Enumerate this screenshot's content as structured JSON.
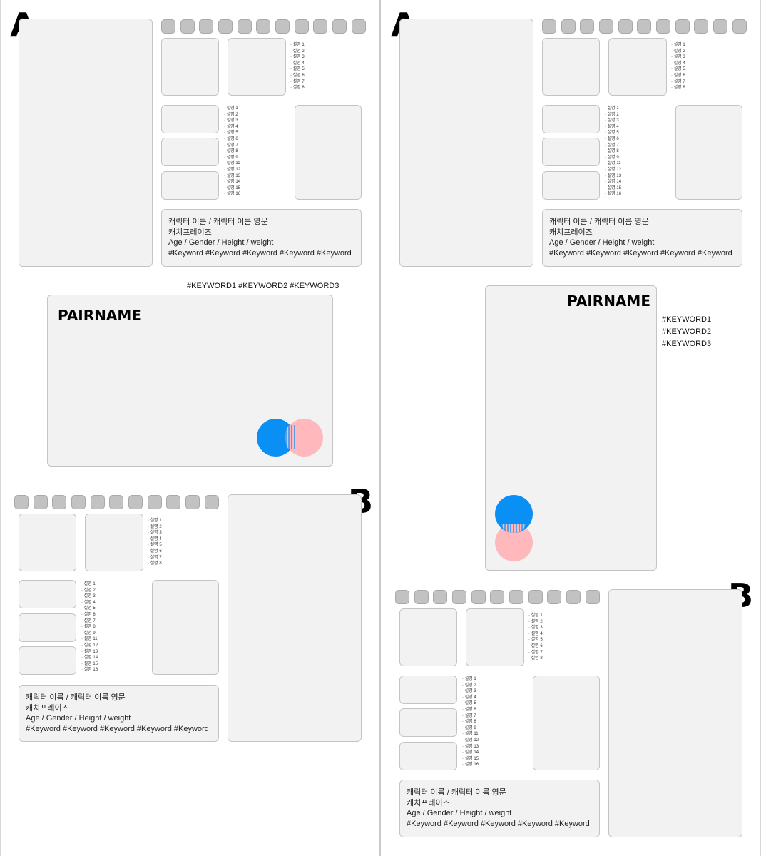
{
  "labels": {
    "a": "A",
    "b": "B"
  },
  "pair": {
    "name": "PAIRNAME",
    "keywords_inline": "#KEYWORD1 #KEYWORD2 #KEYWORD3",
    "keywords": [
      "#KEYWORD1",
      "#KEYWORD2",
      "#KEYWORD3"
    ]
  },
  "desc_short": [
    "· 설명 1",
    "· 설명 2",
    "· 설명 3",
    "· 설명 4",
    "· 설명 5",
    "· 설명 6",
    "· 설명 7",
    "· 설명 8"
  ],
  "desc_long": [
    "· 설명 1",
    "· 설명 2",
    "· 설명 3",
    "· 설명 4",
    "· 설명 5",
    "· 설명 6",
    "· 설명 7",
    "· 설명 8",
    "· 설명 9",
    "· 설명 11",
    "· 설명 12",
    "· 설명 13",
    "· 설명 14",
    "· 설명 15",
    "· 설명 16"
  ],
  "profile": {
    "name_line": "캐릭터 이름 / 캐릭터 이름 영문",
    "catchphrase": "캐치프레이즈",
    "stats": "Age / Gender / Height / weight",
    "keywords": "#Keyword #Keyword #Keyword #Keyword #Keyword"
  },
  "colors": {
    "blue": "#0a8ff5",
    "pink": "#ffb9bc",
    "card": "#f2f2f2",
    "chip": "#c2c2c2"
  }
}
